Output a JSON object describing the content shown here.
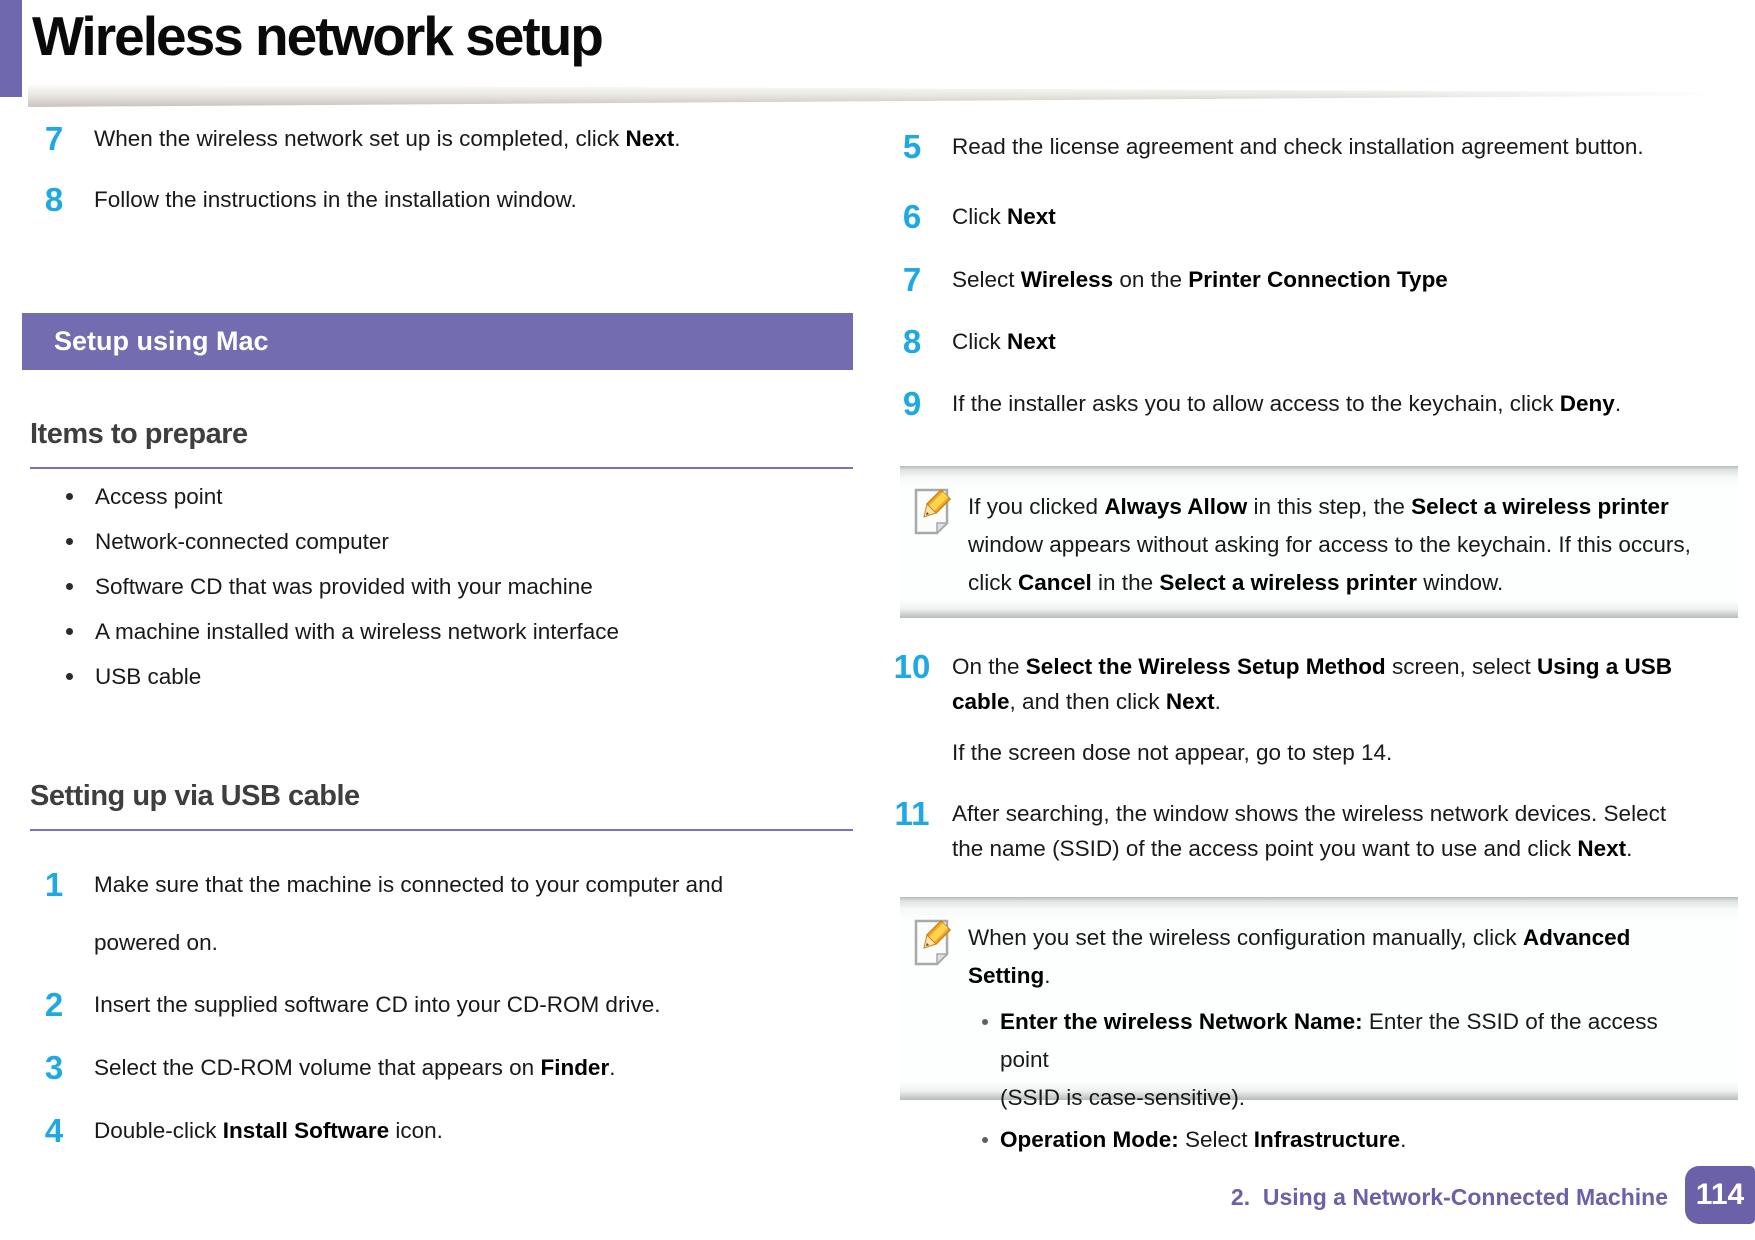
{
  "colors": {
    "accent_purple": "#746cb1",
    "accent_bar": "#6f68ae",
    "deep_purple": "#6a61a8",
    "divider_purple": "#7b73b6",
    "step_cyan": "#1fa9e4",
    "note_edge": "#b5baba"
  },
  "icons": {
    "note": "note-pencil-icon"
  },
  "header": {
    "title": "Wireless network setup"
  },
  "left": {
    "steps": [
      {
        "num": "7",
        "text": [
          [
            {
              "t": "When the wireless network set up is completed, click "
            },
            {
              "t": "Next",
              "b": true
            },
            {
              "t": "."
            }
          ]
        ]
      },
      {
        "num": "8",
        "text": [
          [
            {
              "t": "Follow the instructions in the installation window."
            }
          ]
        ]
      }
    ],
    "banner": "Setup using Mac",
    "prepare": {
      "heading": "Items to prepare",
      "items": [
        "Access point",
        "Network-connected computer",
        "Software CD that was provided with your machine",
        "A machine installed with a wireless network interface",
        "USB cable"
      ]
    },
    "usb": {
      "heading": "Setting up via USB cable",
      "steps": [
        {
          "num": "1",
          "text": [
            [
              {
                "t": "Make sure that the machine is connected to your computer and"
              }
            ],
            [
              {
                "t": "powered on."
              }
            ]
          ]
        },
        {
          "num": "2",
          "text": [
            [
              {
                "t": "Insert the supplied software CD into your CD-ROM drive."
              }
            ]
          ]
        },
        {
          "num": "3",
          "text": [
            [
              {
                "t": "Select the CD-ROM volume that appears on "
              },
              {
                "t": "Finder",
                "b": true
              },
              {
                "t": "."
              }
            ]
          ]
        },
        {
          "num": "4",
          "text": [
            [
              {
                "t": "Double-click "
              },
              {
                "t": "Install Software",
                "b": true
              },
              {
                "t": " icon."
              }
            ]
          ]
        }
      ]
    }
  },
  "right": {
    "steps_a": [
      {
        "num": "5",
        "text": [
          [
            {
              "t": "Read the license agreement and check installation agreement button."
            }
          ]
        ]
      },
      {
        "num": "6",
        "text": [
          [
            {
              "t": "Click "
            },
            {
              "t": "Next",
              "b": true
            }
          ]
        ]
      },
      {
        "num": "7",
        "text": [
          [
            {
              "t": "Select "
            },
            {
              "t": "Wireless",
              "b": true
            },
            {
              "t": " on the "
            },
            {
              "t": "Printer Connection Type",
              "b": true
            }
          ]
        ]
      },
      {
        "num": "8",
        "text": [
          [
            {
              "t": "Click "
            },
            {
              "t": "Next",
              "b": true
            }
          ]
        ]
      },
      {
        "num": "9",
        "text": [
          [
            {
              "t": "If the installer asks you to allow access to the keychain, click "
            },
            {
              "t": "Deny",
              "b": true
            },
            {
              "t": "."
            }
          ]
        ]
      }
    ],
    "note1": {
      "text": [
        [
          {
            "t": "If you clicked "
          },
          {
            "t": "Always Allow",
            "b": true
          },
          {
            "t": " in this step, the "
          },
          {
            "t": "Select a wireless printer",
            "b": true
          }
        ],
        [
          {
            "t": "window appears without asking for access to the keychain. If this occurs,"
          }
        ],
        [
          {
            "t": "click "
          },
          {
            "t": "Cancel",
            "b": true
          },
          {
            "t": " in the "
          },
          {
            "t": "Select a wireless printer",
            "b": true
          },
          {
            "t": " window."
          }
        ]
      ]
    },
    "step10": {
      "num": "10",
      "text": [
        [
          {
            "t": "On the "
          },
          {
            "t": "Select the Wireless Setup Method",
            "b": true
          },
          {
            "t": " screen, select "
          },
          {
            "t": "Using a USB",
            "b": true
          }
        ],
        [
          {
            "t": "cable",
            "b": true
          },
          {
            "t": ", and then click "
          },
          {
            "t": "Next",
            "b": true
          },
          {
            "t": "."
          }
        ]
      ],
      "extra": [
        [
          {
            "t": "If the screen dose not appear, go to step 14."
          }
        ]
      ]
    },
    "step11": {
      "num": "11",
      "text": [
        [
          {
            "t": "After searching, the window shows the wireless network devices. Select"
          }
        ],
        [
          {
            "t": "the name (SSID) of the access point you want to use and click "
          },
          {
            "t": "Next",
            "b": true
          },
          {
            "t": "."
          }
        ]
      ]
    },
    "note2": {
      "intro": [
        [
          {
            "t": "When you set the wireless configuration manually, click "
          },
          {
            "t": "Advanced Setting",
            "b": true
          },
          {
            "t": "."
          }
        ]
      ],
      "bullets": [
        {
          "text": [
            [
              {
                "t": "Enter the wireless Network Name:",
                "b": true
              },
              {
                "t": " Enter the SSID of the access point"
              }
            ],
            [
              {
                "t": "(SSID is case-sensitive)."
              }
            ]
          ]
        },
        {
          "text": [
            [
              {
                "t": "Operation Mode:",
                "b": true
              },
              {
                "t": " Select "
              },
              {
                "t": "Infrastructure",
                "b": true
              },
              {
                "t": "."
              }
            ]
          ]
        }
      ]
    }
  },
  "footer": {
    "chapter": "2.  Using a Network-Connected Machine",
    "page_number": "114"
  }
}
